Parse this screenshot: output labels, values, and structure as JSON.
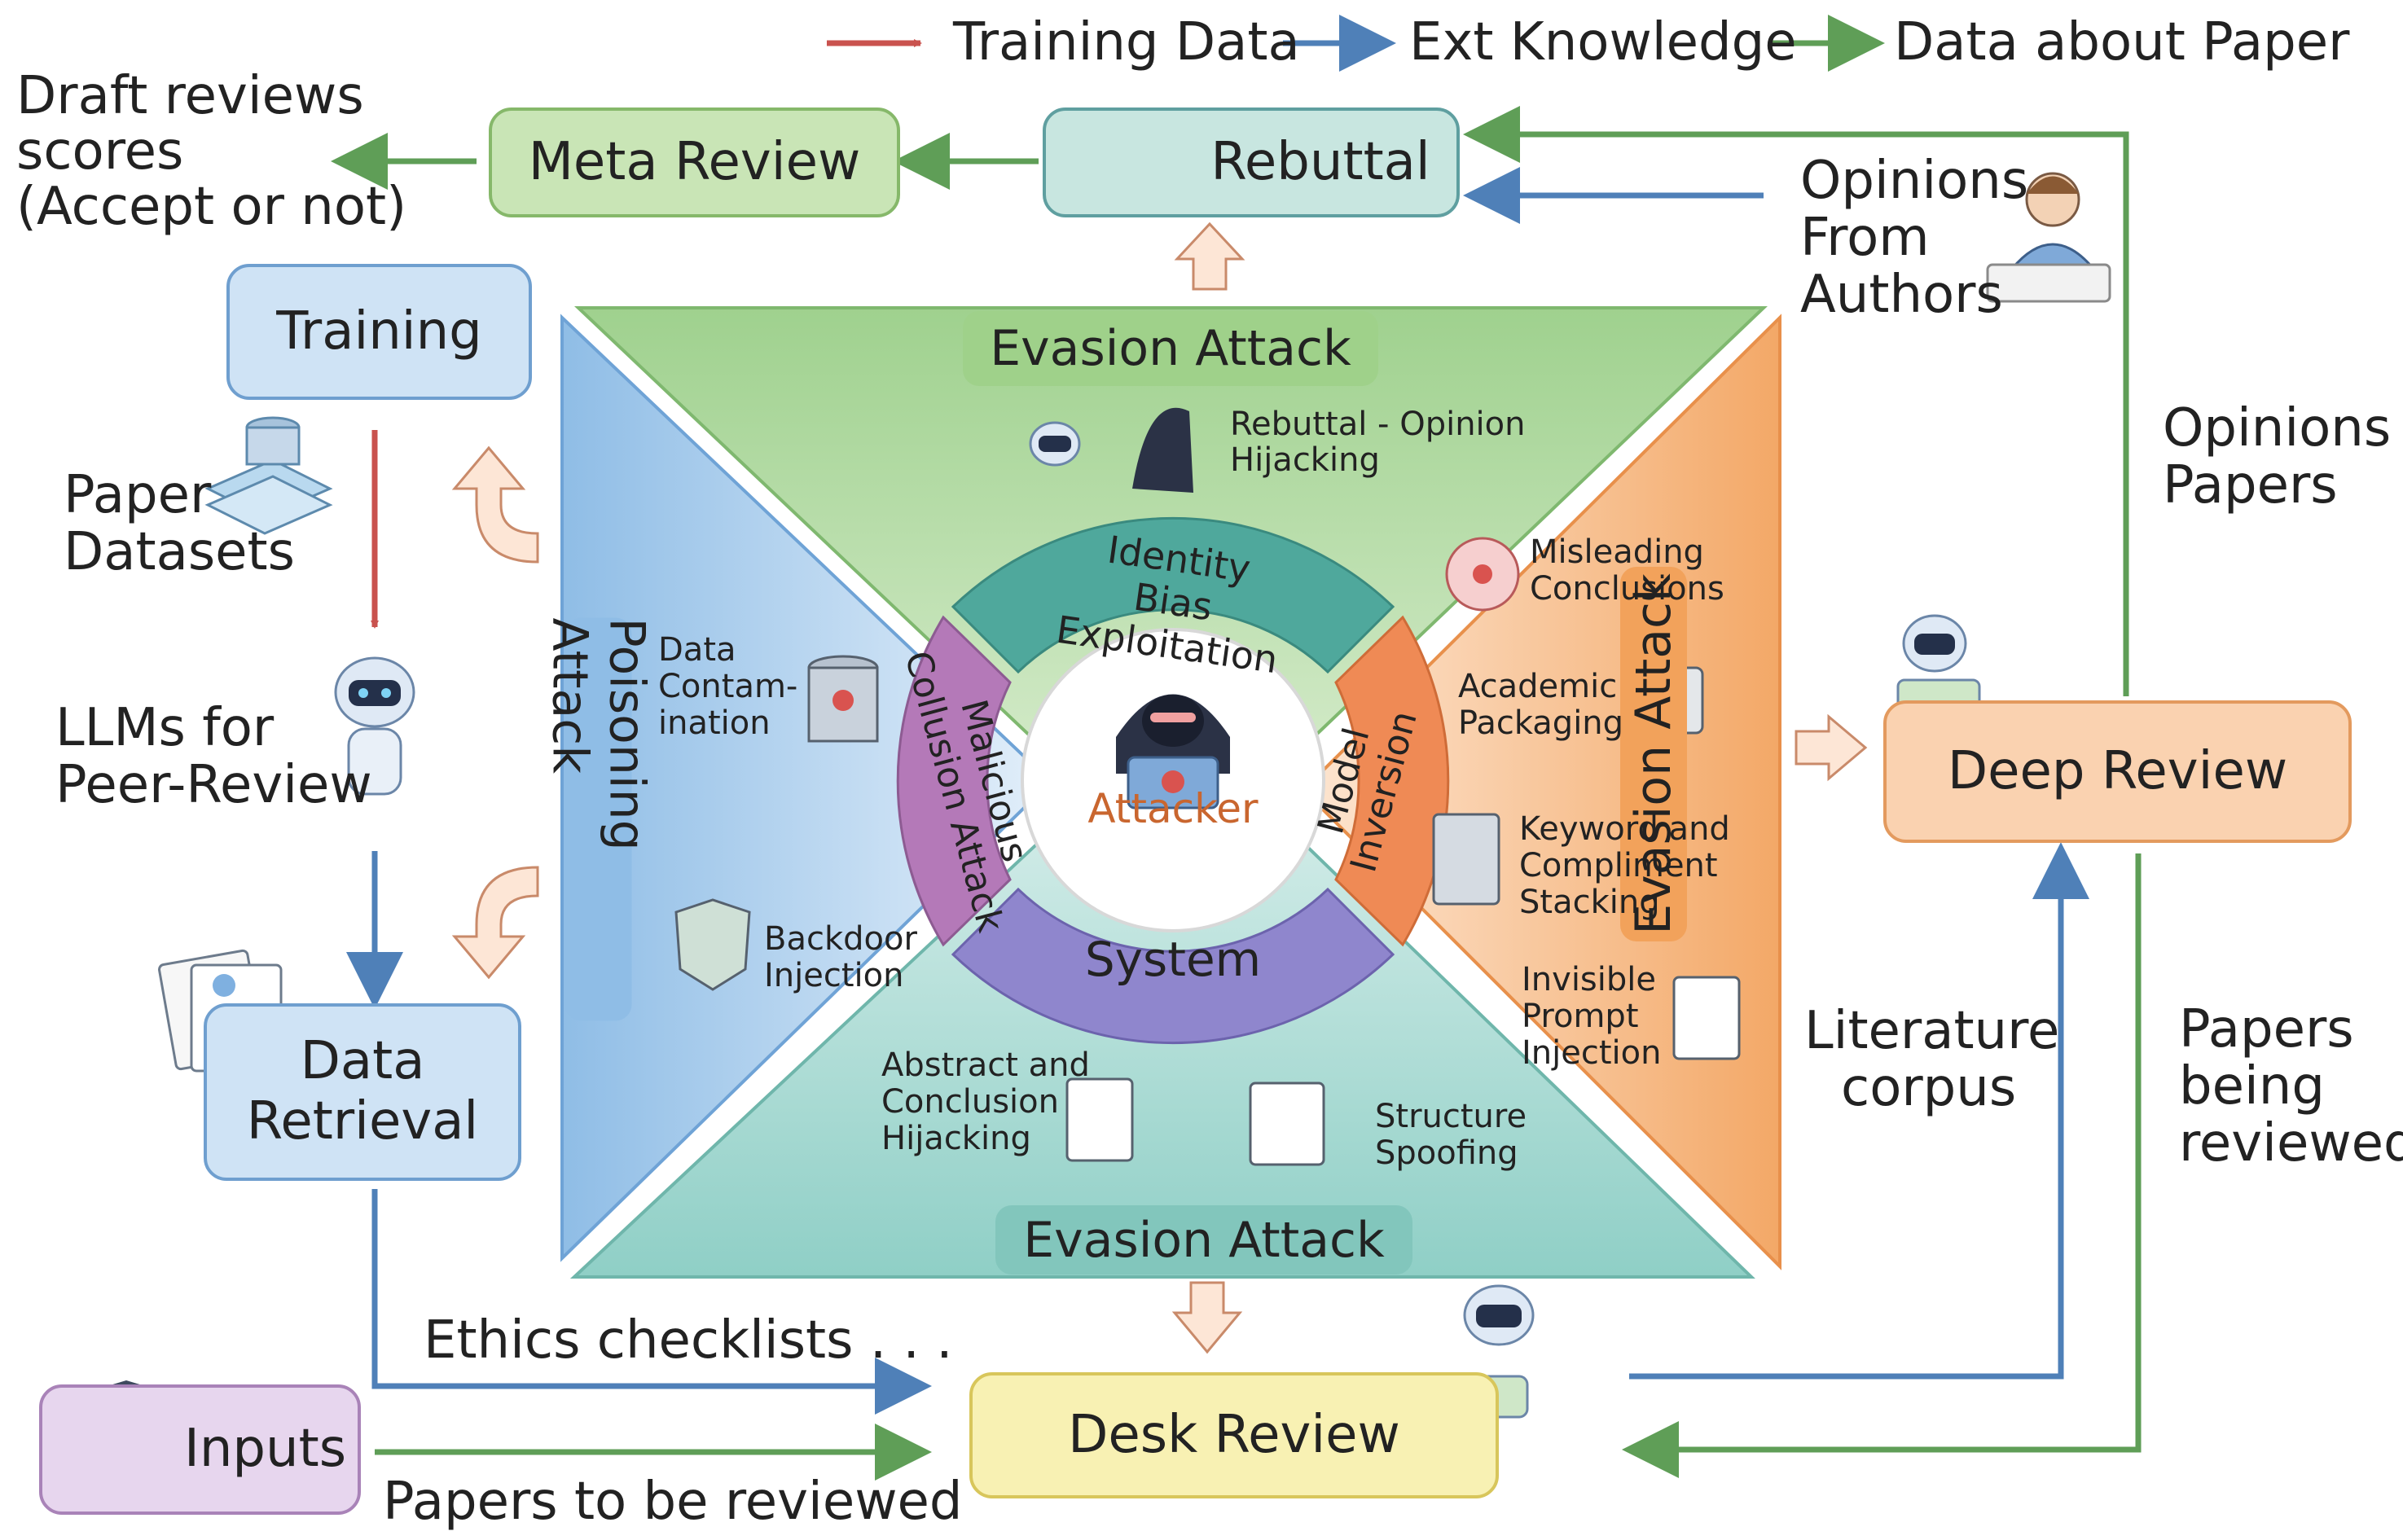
{
  "legend": {
    "training_data": "Training Data",
    "ext_knowledge": "Ext Knowledge",
    "data_about_paper": "Data about Paper",
    "colors": {
      "training": "#c9524e",
      "ext": "#4f80b8",
      "paper": "#5f9e57"
    }
  },
  "outputs": {
    "line1": "Draft reviews",
    "line2": "scores",
    "line3": "(Accept or not)"
  },
  "boxes": {
    "meta_review": "Meta Review",
    "rebuttal": "Rebuttal",
    "training": "Training",
    "data_retrieval_1": "Data",
    "data_retrieval_2": "Retrieval",
    "deep_review": "Deep Review",
    "desk_review": "Desk Review",
    "inputs": "Inputs"
  },
  "side_labels": {
    "paper_datasets_1": "Paper",
    "paper_datasets_2": "Datasets",
    "llms_1": "LLMs for",
    "llms_2": "Peer-Review",
    "opinions_authors_1": "Opinions",
    "opinions_authors_2": "From",
    "opinions_authors_3": "Authors",
    "opinions_papers_1": "Opinions &",
    "opinions_papers_2": "Papers",
    "literature_1": "Literature",
    "literature_2": "corpus",
    "papers_being_1": "Papers",
    "papers_being_2": "being",
    "papers_being_3": "reviewed",
    "ethics": "Ethics checklists . . .",
    "papers_to_review": "Papers to be reviewed"
  },
  "center": {
    "top_title": "Evasion Attack",
    "right_title": "Evasion Attack",
    "bottom_title": "Evasion Attack",
    "left_title": "Poisoning Attack",
    "ring_top": "Identity Bias Exploitation",
    "ring_left": "Malicious Collusion Attack",
    "ring_right": "Model Inversion",
    "ring_bottom": "System",
    "attacker": "Attacker",
    "items": {
      "rebuttal_hijack_1": "Rebuttal - Opinion",
      "rebuttal_hijack_2": "Hijacking",
      "data_contam_1": "Data",
      "data_contam_2": "Contam-",
      "data_contam_3": "ination",
      "backdoor_1": "Backdoor",
      "backdoor_2": "Injection",
      "misleading_1": "Misleading",
      "misleading_2": "Conclusions",
      "academic_1": "Academic",
      "academic_2": "Packaging",
      "keyword_1": "Keyword and",
      "keyword_2": "Compliment",
      "keyword_3": "Stacking",
      "invisible_1": "Invisible",
      "invisible_2": "Prompt",
      "invisible_3": "Injection",
      "abstract_1": "Abstract and",
      "abstract_2": "Conclusion",
      "abstract_3": "Hijacking",
      "structure_1": "Structure",
      "structure_2": "Spoofing"
    }
  }
}
